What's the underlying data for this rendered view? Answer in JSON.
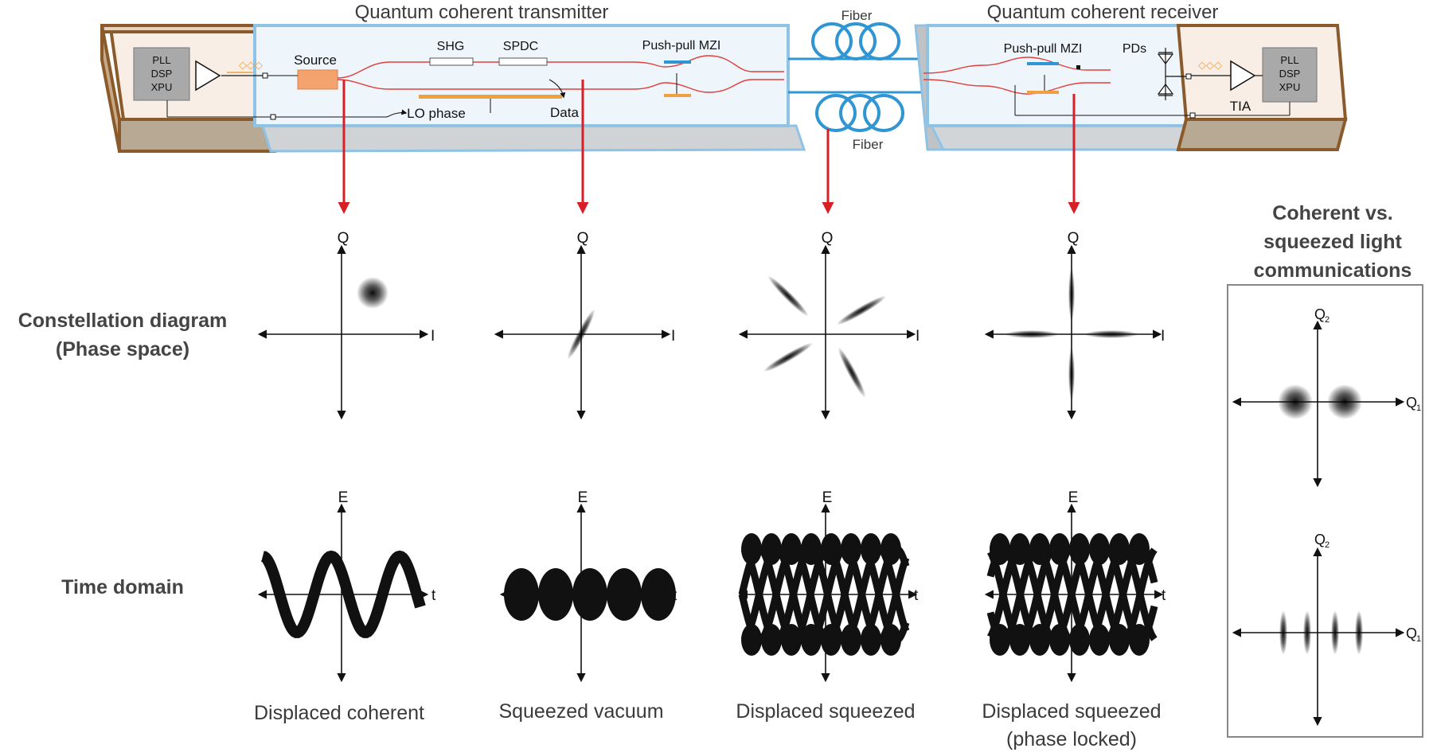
{
  "transmitter": {
    "title": "Quantum coherent transmitter",
    "control_lines": [
      "PLL",
      "DSP",
      "XPU"
    ],
    "source_label": "Source",
    "shg_label": "SHG",
    "spdc_label": "SPDC",
    "mzi_label": "Push-pull MZI",
    "lo_phase_label": "LO phase",
    "data_label": "Data"
  },
  "fiber": {
    "top_label": "Fiber",
    "bottom_label": "Fiber"
  },
  "receiver": {
    "title": "Quantum coherent receiver",
    "mzi_label": "Push-pull MZI",
    "pds_label": "PDs",
    "tia_label": "TIA",
    "control_lines": [
      "PLL",
      "DSP",
      "XPU"
    ]
  },
  "row_labels": {
    "constellation_line1": "Constellation diagram",
    "constellation_line2": "(Phase space)",
    "time_domain": "Time domain"
  },
  "axes": {
    "q": "Q",
    "i": "I",
    "e": "E",
    "t": "t"
  },
  "states": [
    {
      "caption_line1": "Displaced coherent",
      "caption_line2": ""
    },
    {
      "caption_line1": "Squeezed vacuum",
      "caption_line2": ""
    },
    {
      "caption_line1": "Displaced squeezed",
      "caption_line2": ""
    },
    {
      "caption_line1": "Displaced squeezed",
      "caption_line2": "(phase locked)"
    }
  ],
  "comparison": {
    "title_line1": "Coherent vs.",
    "title_line2": "squeezed light",
    "title_line3": "communications",
    "q2": "Q",
    "q2_sub": "2",
    "q1": "Q",
    "q1_sub": "1"
  },
  "colors": {
    "chip_blue": "#8fc3e6",
    "chip_blue_fill": "#eef6fc",
    "electronic_brown": "#8a5a2b",
    "electronic_fill": "#f8eee5",
    "waveguide_red": "#e0403c",
    "arrow_red": "#d81f26",
    "heater_orange": "#f0a040",
    "fiber_blue": "#2f95d3"
  }
}
